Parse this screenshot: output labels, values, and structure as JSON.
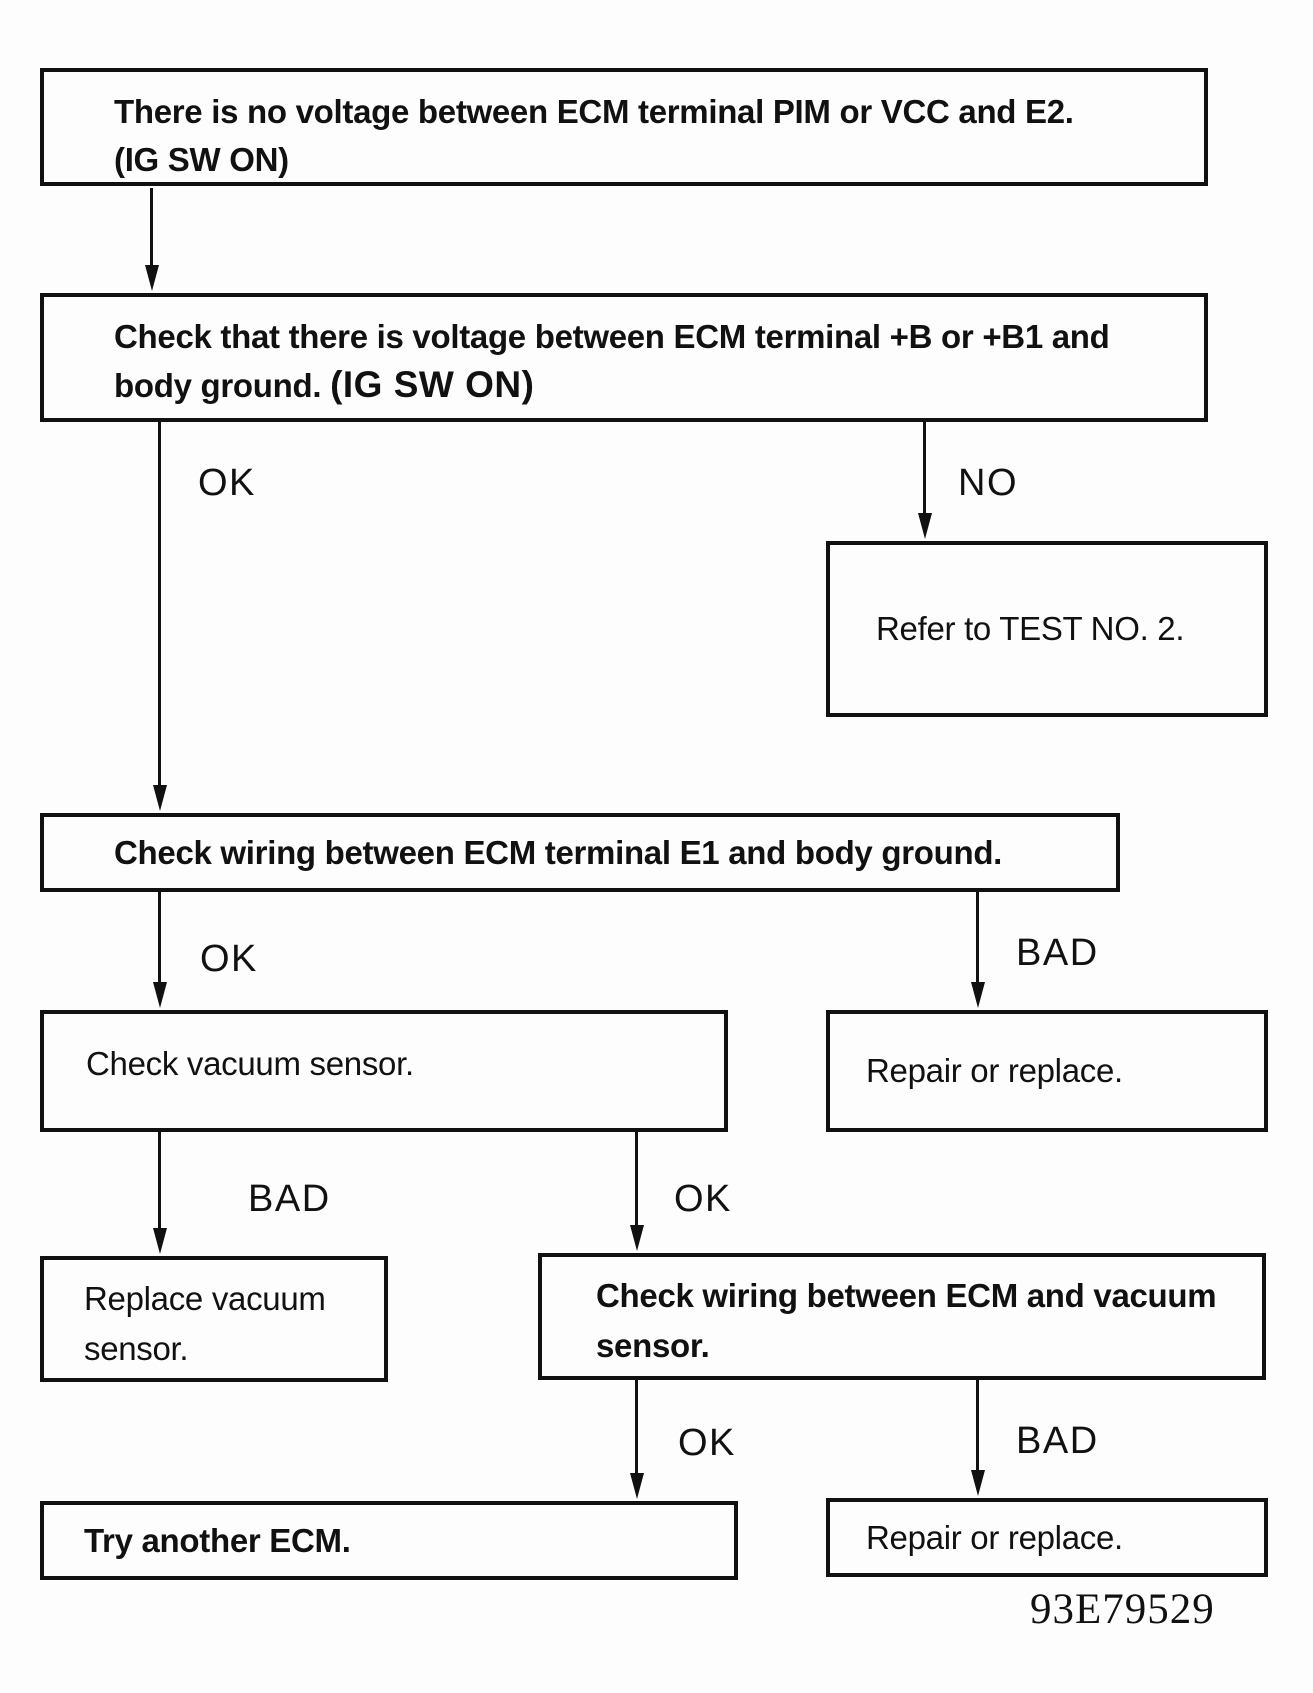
{
  "figure": {
    "code": "93E79529"
  },
  "colors": {
    "ink": "#111111",
    "paper": "#fdfdfd"
  },
  "nodes": {
    "no_voltage": {
      "line1": "There is no voltage between ECM terminal PIM or VCC and E2.",
      "emphasis": "(IG SW ON)"
    },
    "check_voltage": {
      "line1": "Check that there is voltage between ECM terminal +B or +B1 and",
      "line2": "body ground.",
      "emphasis": "(IG SW ON)"
    },
    "refer_test": {
      "text": "Refer to TEST NO. 2."
    },
    "check_wiring_e1": {
      "text": "Check wiring between ECM terminal E1 and body ground."
    },
    "check_vacuum": {
      "text": "Check vacuum sensor."
    },
    "repair_replace_top": {
      "text": "Repair or replace."
    },
    "replace_vacuum": {
      "line1": "Replace vacuum",
      "line2": "sensor."
    },
    "check_wiring_vacuum": {
      "line1": "Check wiring between ECM and vacuum",
      "line2": "sensor."
    },
    "try_ecm": {
      "text": "Try another ECM."
    },
    "repair_replace_bottom": {
      "text": "Repair or replace."
    }
  },
  "edge_labels": {
    "b1_ok": "OK",
    "b1_no": "NO",
    "b2_ok": "OK",
    "b2_bad": "BAD",
    "b3_bad": "BAD",
    "b3_ok": "OK",
    "b4_ok": "OK",
    "b4_bad": "BAD"
  }
}
